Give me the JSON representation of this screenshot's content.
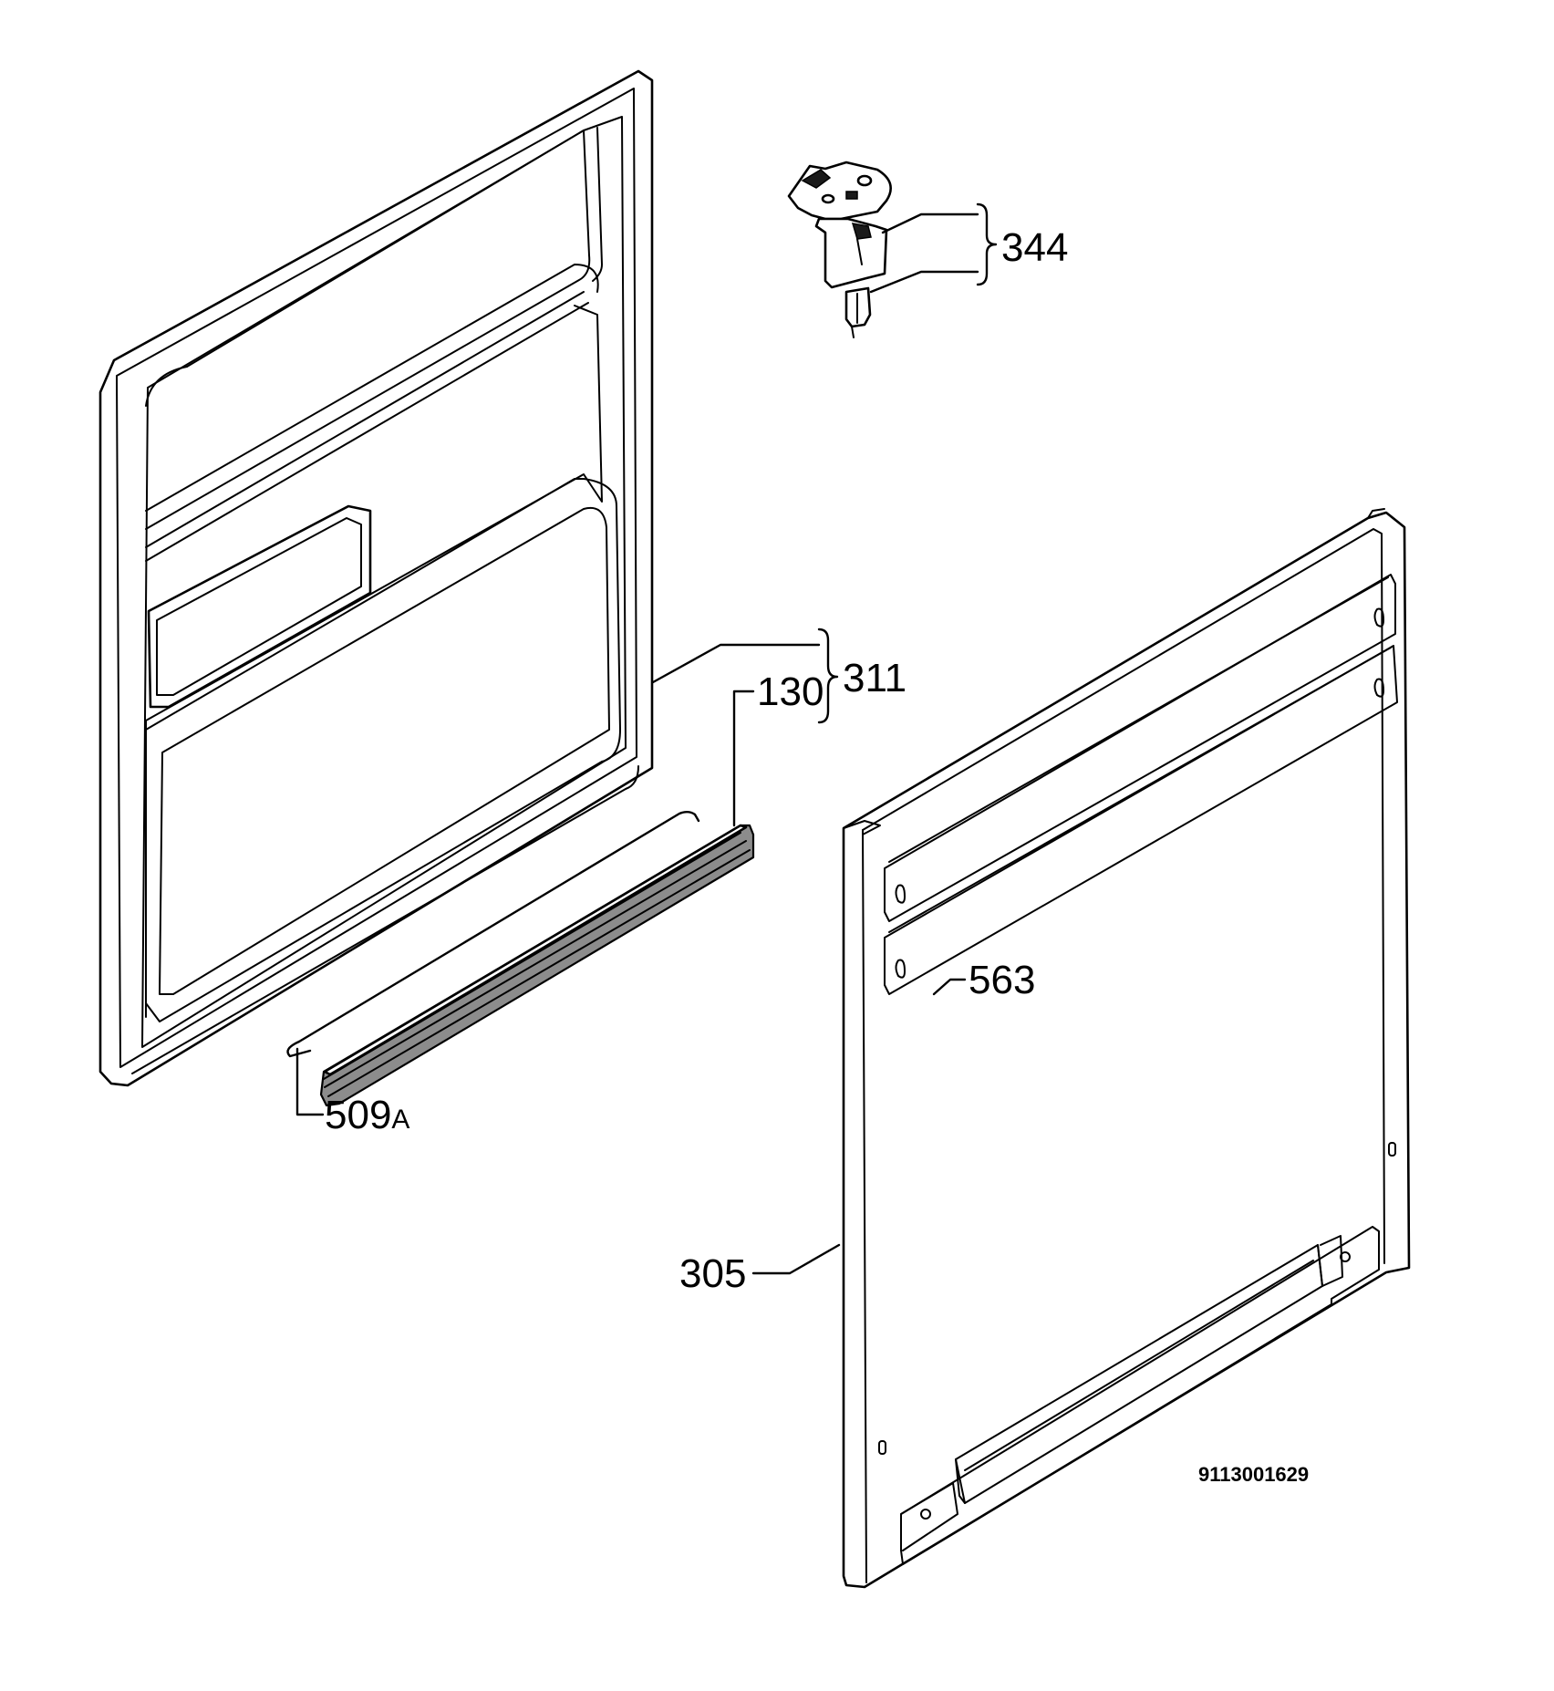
{
  "callouts": {
    "p344": "344",
    "p311": "311",
    "p130": "130",
    "p563": "563",
    "p305": "305",
    "p509a_num": "509",
    "p509a_suffix": "A"
  },
  "document_number": "9113001629",
  "colors": {
    "line": "#000000",
    "background": "#ffffff",
    "rail_fill": "#8c8c8c"
  }
}
